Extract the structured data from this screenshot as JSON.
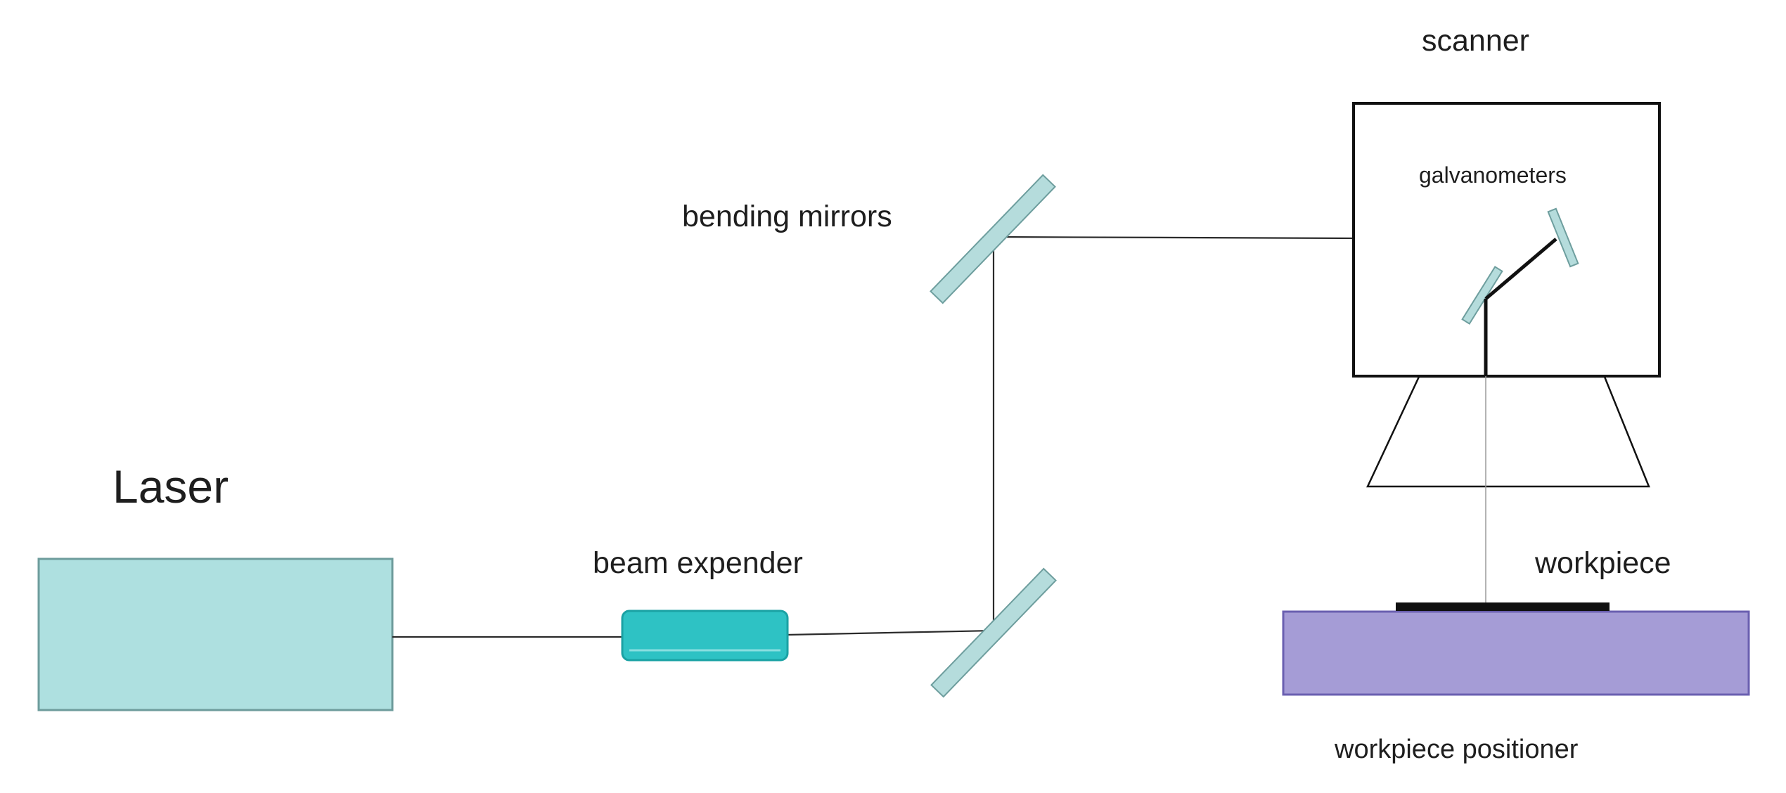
{
  "labels": {
    "laser": "Laser",
    "beam_expander": "beam expender",
    "bending_mirrors": "bending mirrors",
    "scanner": "scanner",
    "galvanometers": "galvanometers",
    "workpiece": "workpiece",
    "workpiece_positioner": "workpiece positioner"
  },
  "colors": {
    "laser_box": "#aee0e0",
    "laser_border": "#6e9c9c",
    "beam_expander": "#2ec2c4",
    "mirror": "#b5dcdc",
    "positioner": "#a59cd6",
    "positioner_border": "#6a5fb0",
    "workpiece": "#101010",
    "beam": "#2a2a2a",
    "scanner_border": "#111111"
  }
}
